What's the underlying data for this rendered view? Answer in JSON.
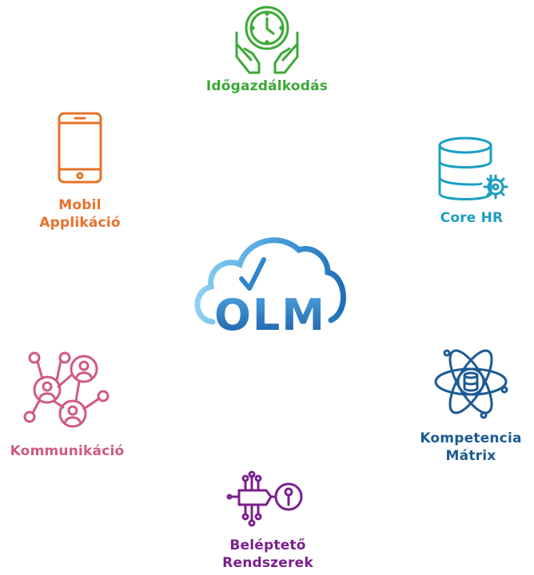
{
  "center": {
    "logo_text": "OLM"
  },
  "nodes": {
    "time": {
      "line1": "Időgazdálkodás",
      "color": "#3aa935"
    },
    "core": {
      "line1": "Core HR",
      "color": "#1a9fc0"
    },
    "mobile": {
      "line1": "Mobil",
      "line2": "Applikáció",
      "color": "#e8702a"
    },
    "komp": {
      "line1": "Kompetencia",
      "line2": "Mátrix",
      "color": "#1c5a94"
    },
    "komm": {
      "line1": "Kommunikáció",
      "color": "#d05a80"
    },
    "belep": {
      "line1": "Beléptető",
      "line2": "Rendszerek",
      "color": "#7a1f8e"
    }
  },
  "icons": {
    "time": "hands-clock-icon",
    "core": "database-gear-icon",
    "mobile": "smartphone-icon",
    "komp": "atom-database-icon",
    "komm": "people-network-icon",
    "belep": "circuit-key-icon"
  },
  "colors": {
    "cloud_dark": "#1f6fb8",
    "cloud_light": "#5eb0e6"
  }
}
